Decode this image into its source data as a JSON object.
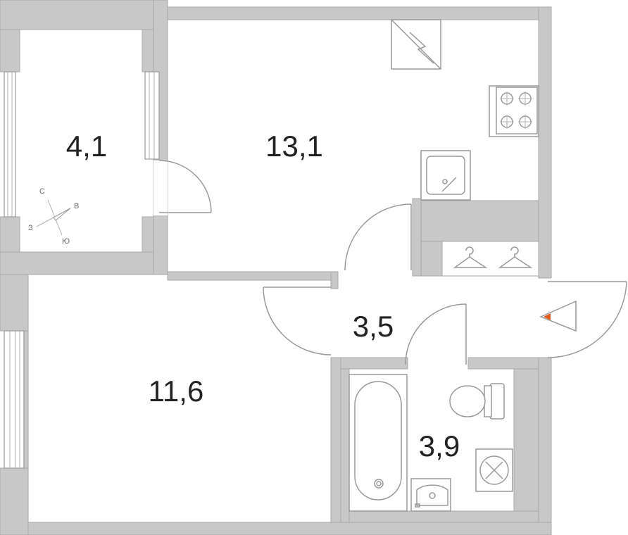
{
  "rooms": [
    {
      "id": "loggia",
      "area": "4,1"
    },
    {
      "id": "kitchen",
      "area": "13,1"
    },
    {
      "id": "hall",
      "area": "3,5"
    },
    {
      "id": "living",
      "area": "11,6"
    },
    {
      "id": "bathroom",
      "area": "3,9"
    }
  ],
  "compass": {
    "north": "С",
    "east": "В",
    "south": "Ю",
    "west": "З"
  },
  "colors": {
    "wall": "#c8c8c8",
    "line": "#9a9a9a",
    "entrance": "#e05a1a"
  }
}
